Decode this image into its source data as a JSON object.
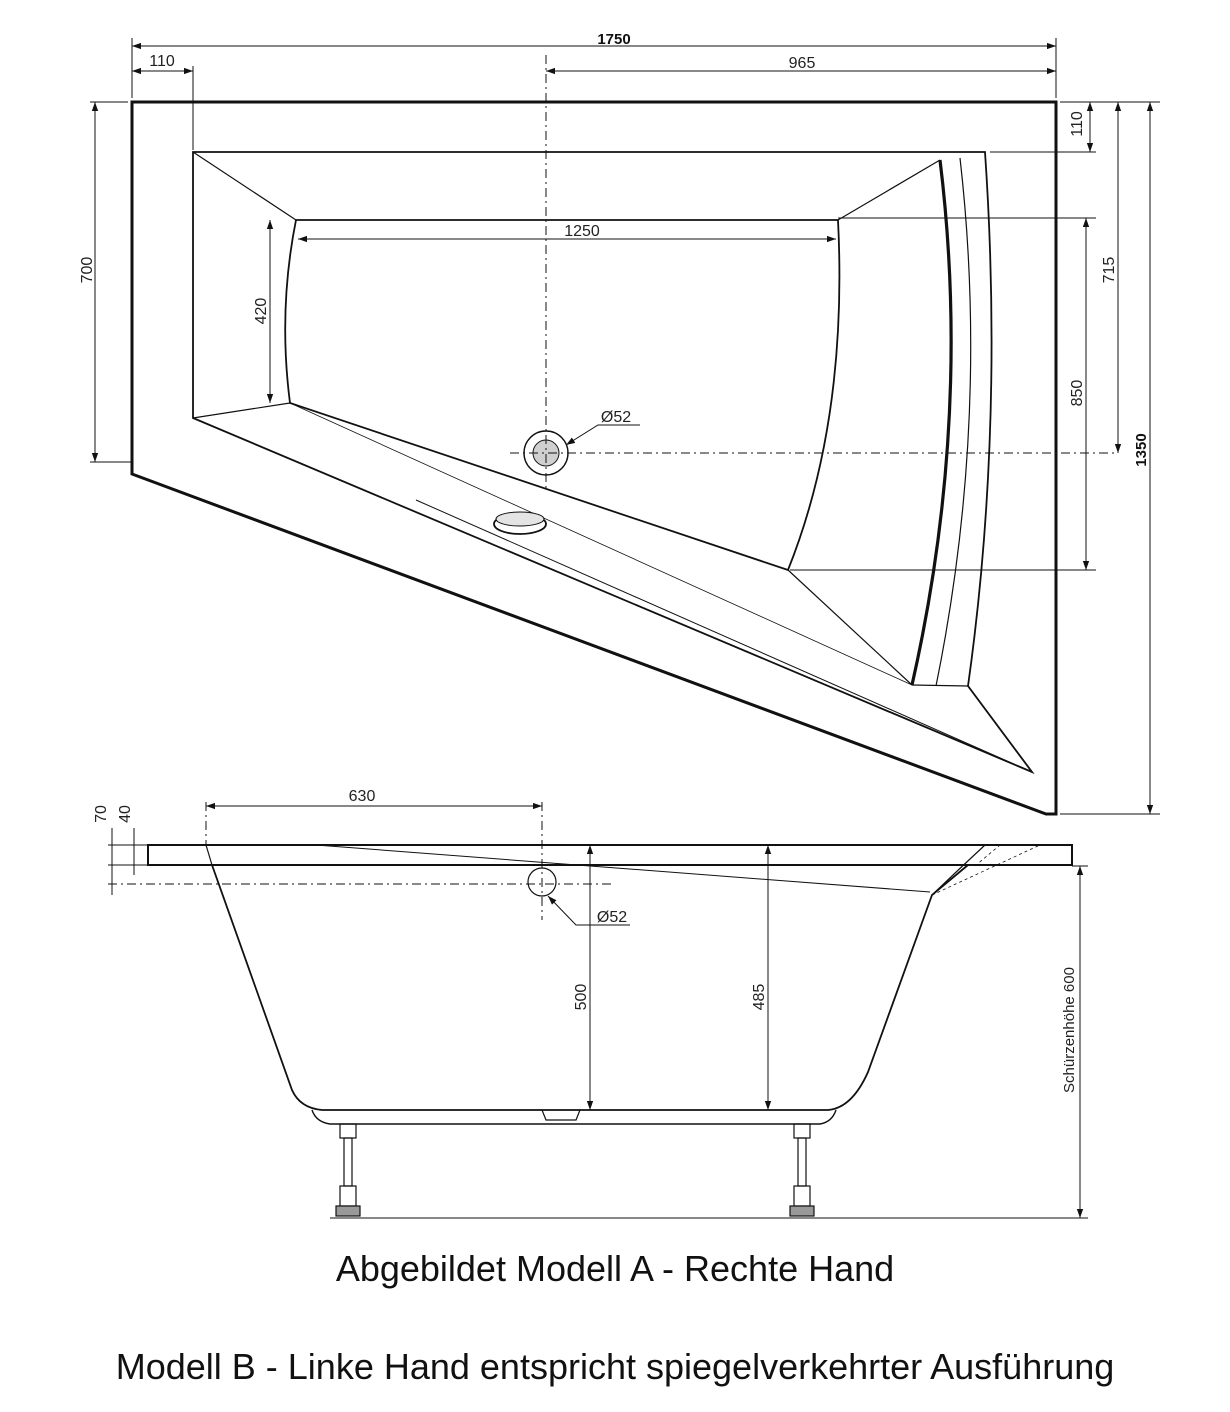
{
  "dimensions": {
    "total_width": "1750",
    "rim_left": "110",
    "drain_to_right": "965",
    "rim_top": "110",
    "left_height": "700",
    "inner_length": "1250",
    "inner_depth_left": "420",
    "drain_to_top": "715",
    "right_inner_height": "850",
    "total_depth": "1350",
    "drain_diameter_top": "Ø52",
    "rim_70": "70",
    "rim_40": "40",
    "drain_offset_side": "630",
    "drain_diameter_side": "Ø52",
    "depth_500": "500",
    "depth_485": "485",
    "apron_height": "Schürzenhöhe 600"
  },
  "captions": {
    "line1": "Abgebildet Modell A - Rechte Hand",
    "line2": "Modell B - Linke Hand entspricht spiegelverkehrter Ausführung"
  }
}
